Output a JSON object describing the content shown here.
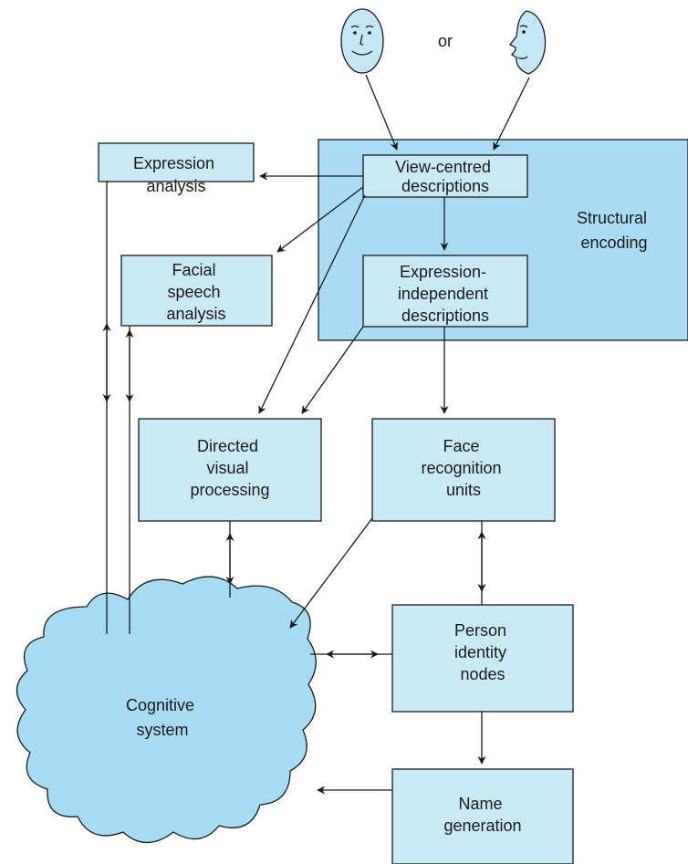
{
  "connector_word": "or",
  "boxes": {
    "structural_encoding": {
      "lines": [
        "Structural",
        "encoding"
      ]
    },
    "view_centred": {
      "lines": [
        "View-centred",
        "descriptions"
      ]
    },
    "expression_independent": {
      "lines": [
        "Expression-",
        "independent",
        "descriptions"
      ]
    },
    "expression_analysis": {
      "lines": [
        "Expression",
        "analysis"
      ]
    },
    "facial_speech": {
      "lines": [
        "Facial",
        "speech",
        "analysis"
      ]
    },
    "directed_visual": {
      "lines": [
        "Directed",
        "visual",
        "processing"
      ]
    },
    "face_recognition": {
      "lines": [
        "Face",
        "recognition",
        "units"
      ]
    },
    "person_identity": {
      "lines": [
        "Person",
        "identity",
        "nodes"
      ]
    },
    "name_generation": {
      "lines": [
        "Name",
        "generation"
      ]
    }
  },
  "cognitive_system": {
    "lines": [
      "Cognitive",
      "system"
    ]
  },
  "colors": {
    "light_box": "#c9e9f7",
    "structural_panel": "#a9dcf4",
    "cloud": "#a7daf3",
    "face": "#c4e6f7",
    "line": "#1a1a1a"
  }
}
